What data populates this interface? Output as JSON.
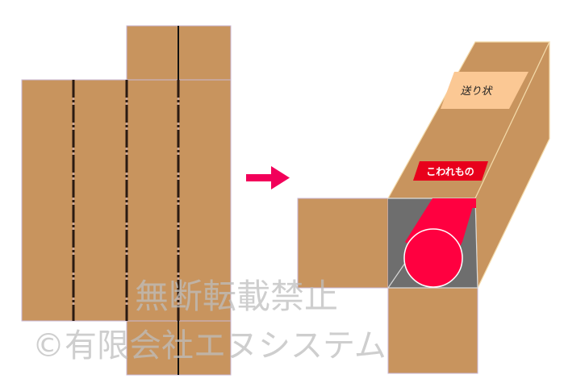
{
  "colors": {
    "cardboard": "#C8945E",
    "panel_border": "#C9B7D6",
    "fold_line": "#2A1A12",
    "arrow": "#F2005A",
    "box_interior": "#6E6E6E",
    "box_edge": "#F3D9A8",
    "label_paper": "#FBC894",
    "label_red": "#E8001C",
    "item_red": "#FF0040",
    "watermark": "#BDBDBD"
  },
  "box": {
    "shipping_label": "送り状",
    "fragile_label": "こわれもの"
  },
  "watermark": {
    "line1": "無断転載禁止",
    "line2": "©有限会社エヌシステム"
  },
  "icons": {
    "arrow": "right-arrow-icon"
  }
}
